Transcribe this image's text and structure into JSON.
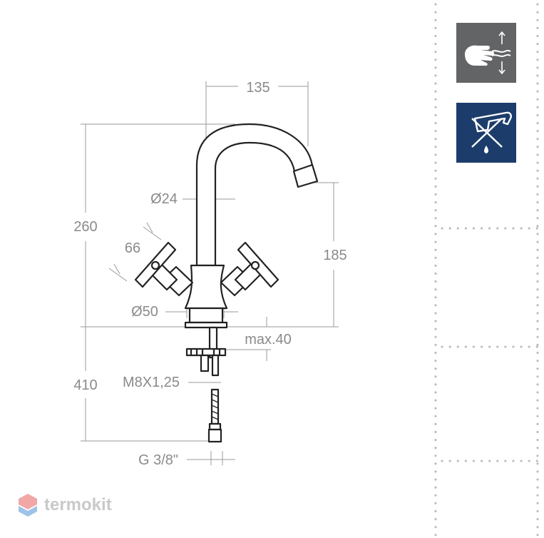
{
  "dimensions": {
    "width_top": "135",
    "height_total": "260",
    "spout_diameter": "Ø24",
    "handle_width": "66",
    "outlet_height": "185",
    "base_diameter": "Ø50",
    "max_thickness": "max.40",
    "thread": "M8X1,25",
    "hose_length": "410",
    "connector": "G 3/8\""
  },
  "icons": [
    {
      "name": "hand-sensor-icon",
      "bg": "#636466"
    },
    {
      "name": "no-tilt-faucet-icon",
      "bg": "#1c3d6b"
    }
  ],
  "brand": {
    "name": "termokit",
    "colors": [
      "#f2a7a7",
      "#9ec3e8"
    ]
  }
}
